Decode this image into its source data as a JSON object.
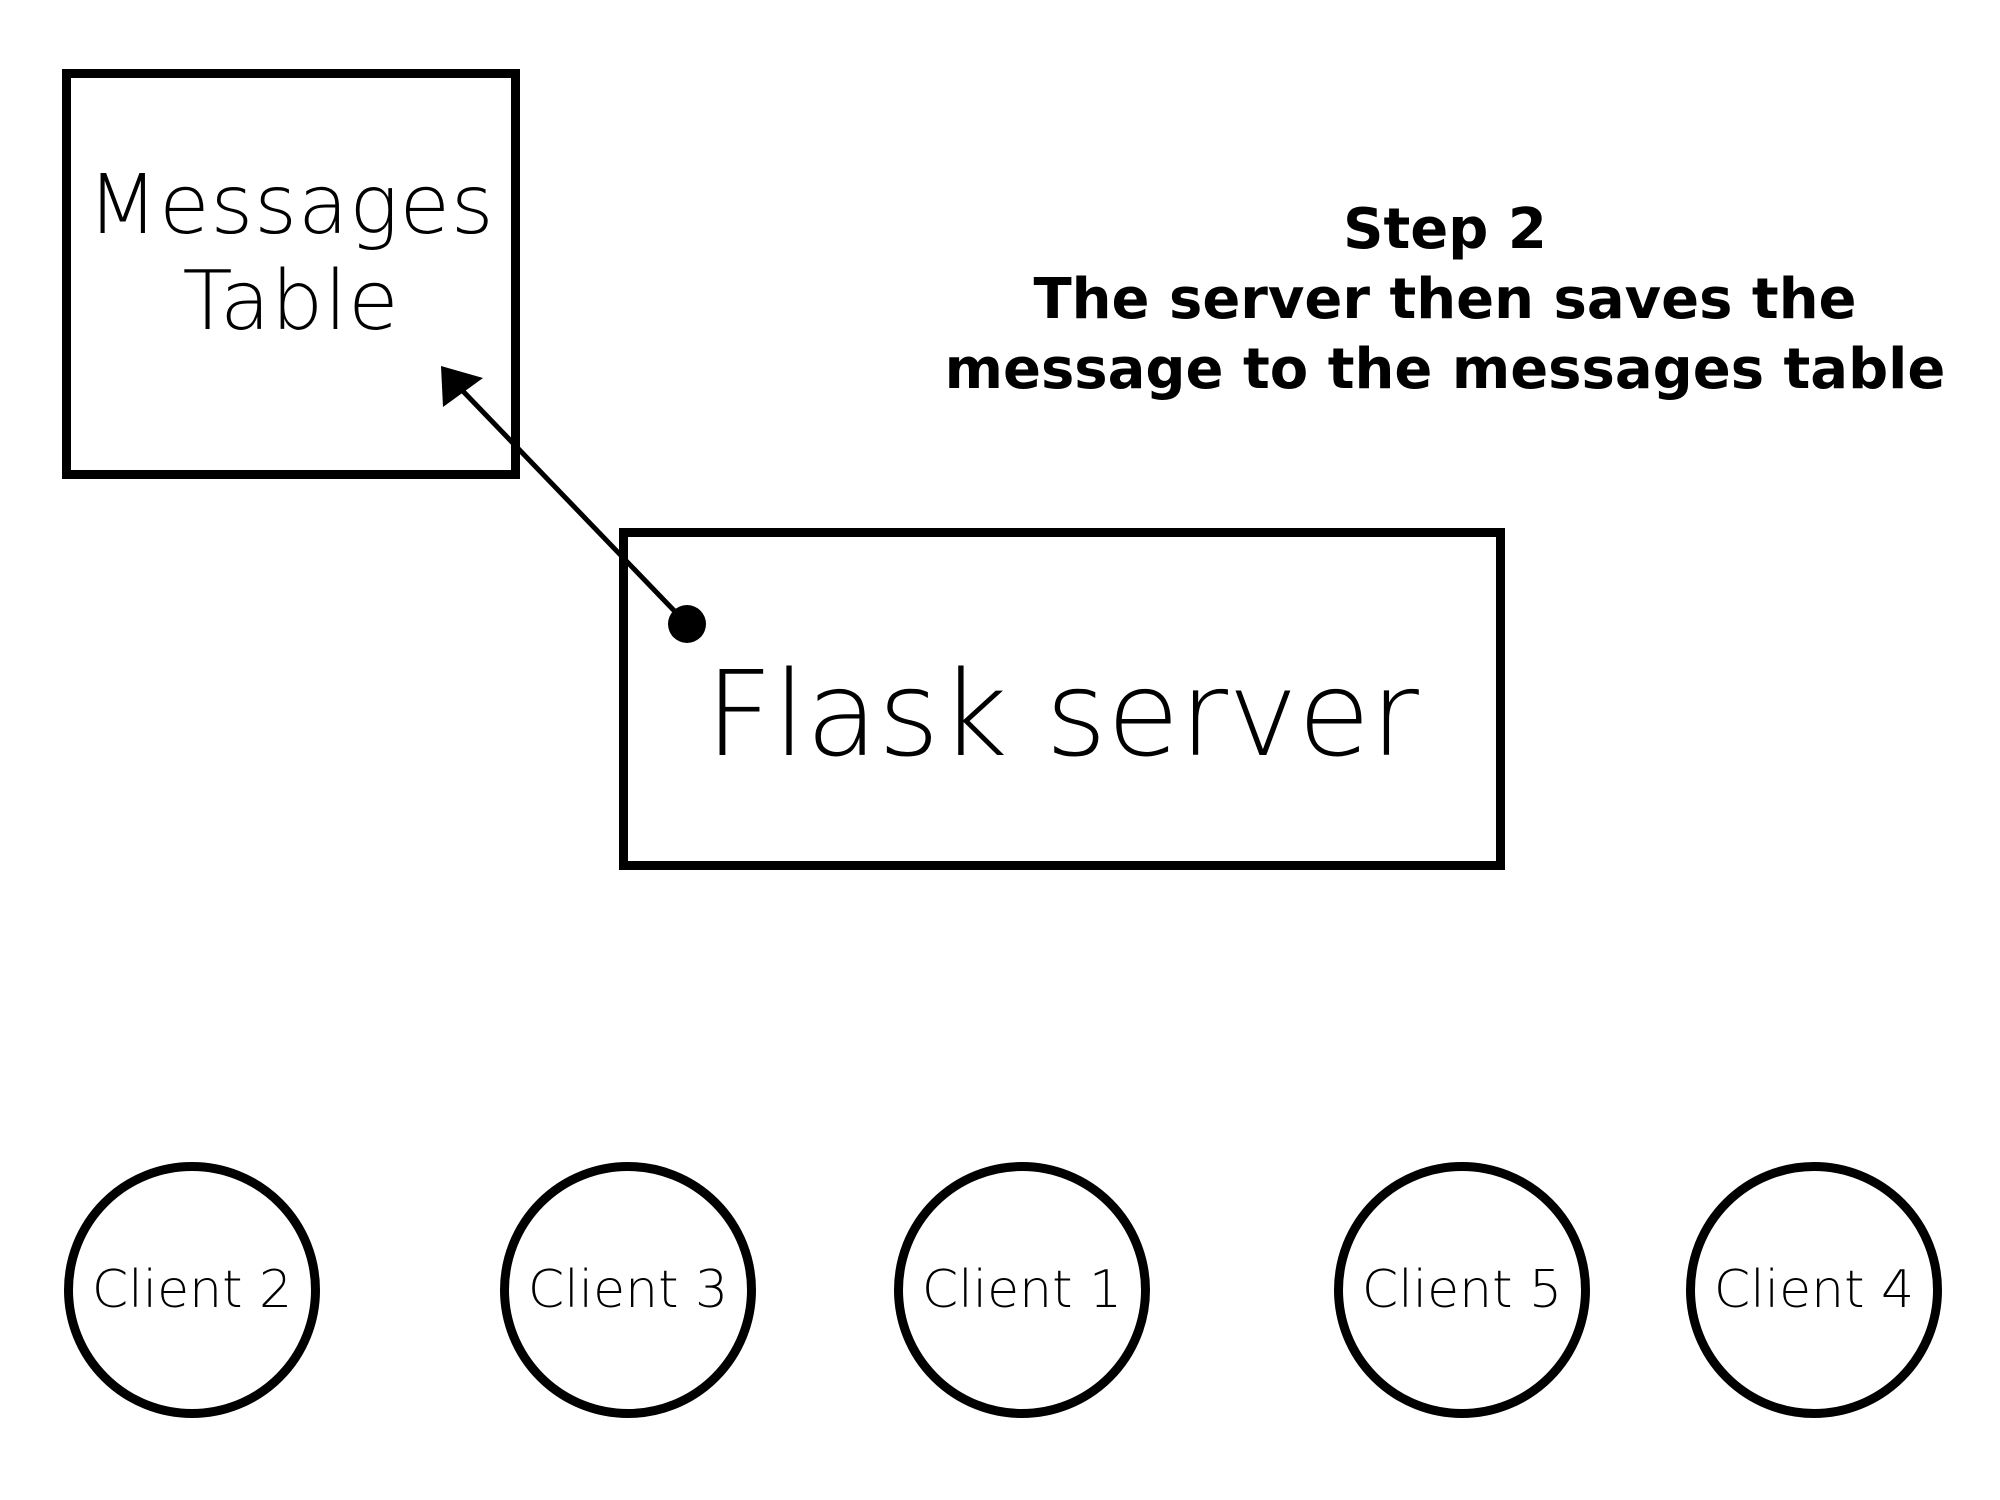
{
  "diagram": {
    "nodes": {
      "messages_table": {
        "line1": "Messages",
        "line2": "Table"
      },
      "flask_server": {
        "label": "Flask server"
      },
      "clients": [
        {
          "id": "client-2",
          "label": "Client 2"
        },
        {
          "id": "client-3",
          "label": "Client 3"
        },
        {
          "id": "client-1",
          "label": "Client 1"
        },
        {
          "id": "client-5",
          "label": "Client 5"
        },
        {
          "id": "client-4",
          "label": "Client 4"
        }
      ]
    },
    "caption": {
      "step": "Step 2",
      "line1": "The server then saves the",
      "line2": "message to the messages table"
    },
    "edges": [
      {
        "from": "flask_server",
        "to": "messages_table",
        "style": "arrow-with-dot-origin"
      }
    ]
  }
}
